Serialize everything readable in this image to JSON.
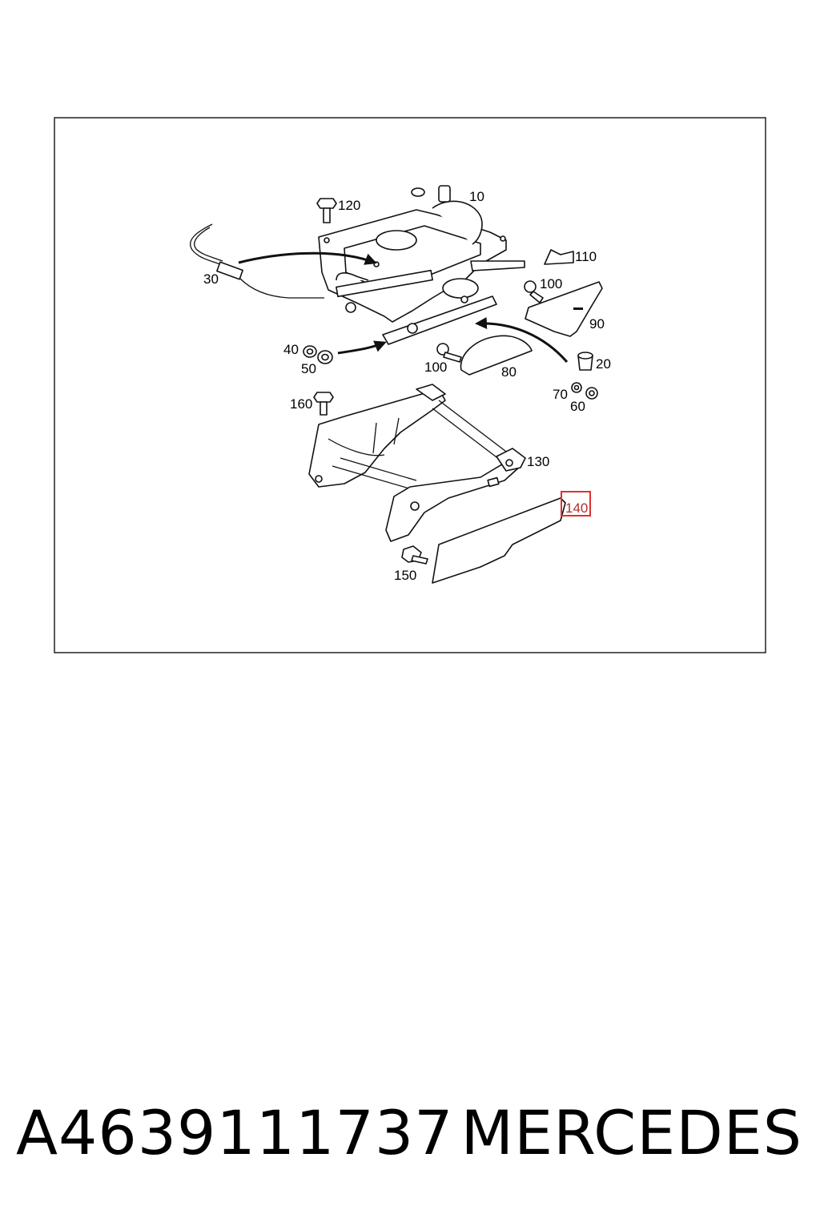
{
  "callouts": {
    "c10": "10",
    "c20": "20",
    "c30": "30",
    "c40": "40",
    "c50": "50",
    "c60": "60",
    "c70": "70",
    "c80": "80",
    "c90": "90",
    "c100a": "100",
    "c100b": "100",
    "c110": "110",
    "c120": "120",
    "c130": "130",
    "c140": "140",
    "c150": "150",
    "c160": "160"
  },
  "highlight": {
    "part": "140",
    "color": "#e03030"
  },
  "footer": {
    "part_number": "A4639111737",
    "brand": "MERCEDES"
  }
}
